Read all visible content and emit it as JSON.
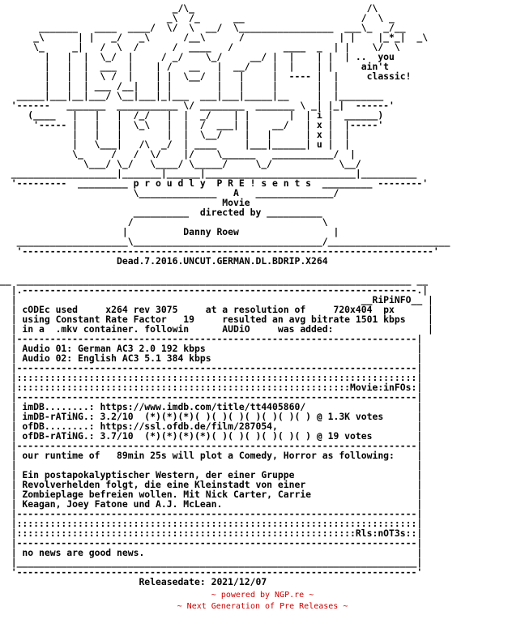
{
  "nfo_lines": [
    "                               _/\\_                               /\\",
    "                              _\\  /_      __                     /  \\ _",
    "       _______   ____  ____/  \\/  \\  __/  \\_________________  ___\\_  _/__",
    "      _\\      | |   _/   _\\      /__\\      /                 | |    |_*_|  _\\",
    "      \\_     _|   /  \\  /      /  ____   /         ____  _  | |    \\/  \\",
    "        |   |  |  \\_/  |     / _/    \\_/     __/ |  |    | |  | ..  you",
    "        |   |  |  ___  |    | /   __   |  __/    |  |    | |     ain't",
    "        |   |  |  \\ /  |    | |  \\__/  |   |     |  ---- |  |     classic!",
    "        |   |  | ___ /__|   | |        |   |     |       |  |",
    "   _____|___|__|___/ \\__|___|_|___  ___|___|_____|__     |  |________",
    "  '------   _______  ___________ \\/ ________  _______ \\ _| |_|  ------'",
    "     (____   |   |   |  /_/   |  |  _/    | |       |  | i |  ______)",
    "      '----- |   |   |  \\_\\   |  |  /  ___| |    __/   | x |  |-----'",
    "             |   |   |        |  |  \\__/    |   |      | x |  |",
    "             |   \\___|   /\\  _/  | ____     |___|______| u |  |",
    "             \\_     /   /  \\/    |/    \\______   ___________/  |",
    "               \\___/ \\_/   \\____/ \\_____/     \\_/            \\__/",
    "  ___________________|_______|______|___________________________|__________",
    "  '---------  _________ p r o u d l y  P R E ! s e n t s  _________ --------'",
    "                        \\______________   A   ______________/",
    "                                        Movie",
    "                        __________  directed by __________",
    "                       /                                  \\",
    "                      |          Danny Roew                 |",
    "   ____________________\\__________________________________/______________________",
    "   '--------------------------------------------------------------------------'",
    "                     Dead.7.2016.UNCUT.GERMAN.DL.BDRIP.X264",
    "",
    "__ _______________________________________________________________________ __",
    "  |.-----------------------------------------------------------------------.|",
    "  |                                                              __RiPiNFO__ |",
    "  | cODEc used     x264 rev 3075     at a resolution of     720x404  px      |",
    "  | using Constant Rate Factor   19     resulted an avg bitrate 1501 kbps    |",
    "  | in a  .mkv container. followin      AUDiO     was added:                 |",
    "  |------------------------------------------------------------------------|",
    "  | Audio 01: German AC3 2.0 192 kbps                                      |",
    "  | Audio 02: English AC3 5.1 384 kbps                                     |",
    "  |------------------------------------------------------------------------|",
    "  |::::::::::::::::::::::::::::::::::::::::::::::::::::::::::::::::::::::::|",
    "  |::::::::::::::::::::::::::::::::::::::::::::::::::::::::::::Movie:inFOs:|",
    "  |------------------------------------------------------------------------|",
    "  | imDB........: https://www.imdb.com/title/tt4405860/                    |",
    "  | imDB-rATiNG.: 3.2/10  (*)(*)(*)( )( )( )( )( )( )( ) @ 1.3K votes      |",
    "  | ofDB........: https://ssl.ofdb.de/film/287054,                         |",
    "  | ofDB-rATiNG.: 3.7/10  (*)(*)(*)(*)( )( )( )( )( )( ) @ 19 votes        |",
    "  |------------------------------------------------------------------------|",
    "  | our runtime of   89min 25s will plot a Comedy, Horror as following:    |",
    "  |                                                                        |",
    "  | Ein postapokalyptischer Western, der einer Gruppe                      |",
    "  | Revolverhelden folgt, die eine Kleinstadt von einer                    |",
    "  | Zombieplage befreien wollen. Mit Nick Carter, Carrie                   |",
    "  | Keagan, Joey Fatone und A.J. McLean.                                   |",
    "  |------------------------------------------------------------------------|",
    "  |::::::::::::::::::::::::::::::::::::::::::::::::::::::::::::::::::::::::|",
    "  |:::::::::::::::::::::::::::::::::::::::::::::::::::::::::::::Rls:nOT3s::|",
    "  |------------------------------------------------------------------------|",
    "  | no news are good news.                                                 |",
    "  |________________________________________________________________________|",
    "  '------------------------------------------------------------------------'",
    "                         Releasedate: 2021/12/07"
  ],
  "footer": {
    "powered_by": "~ powered by NGP.re ~",
    "tagline": "~ Next Generation of Pre Releases ~"
  },
  "colors": {
    "text": "#000000",
    "footer": "#cc0000",
    "background": "#ffffff"
  }
}
